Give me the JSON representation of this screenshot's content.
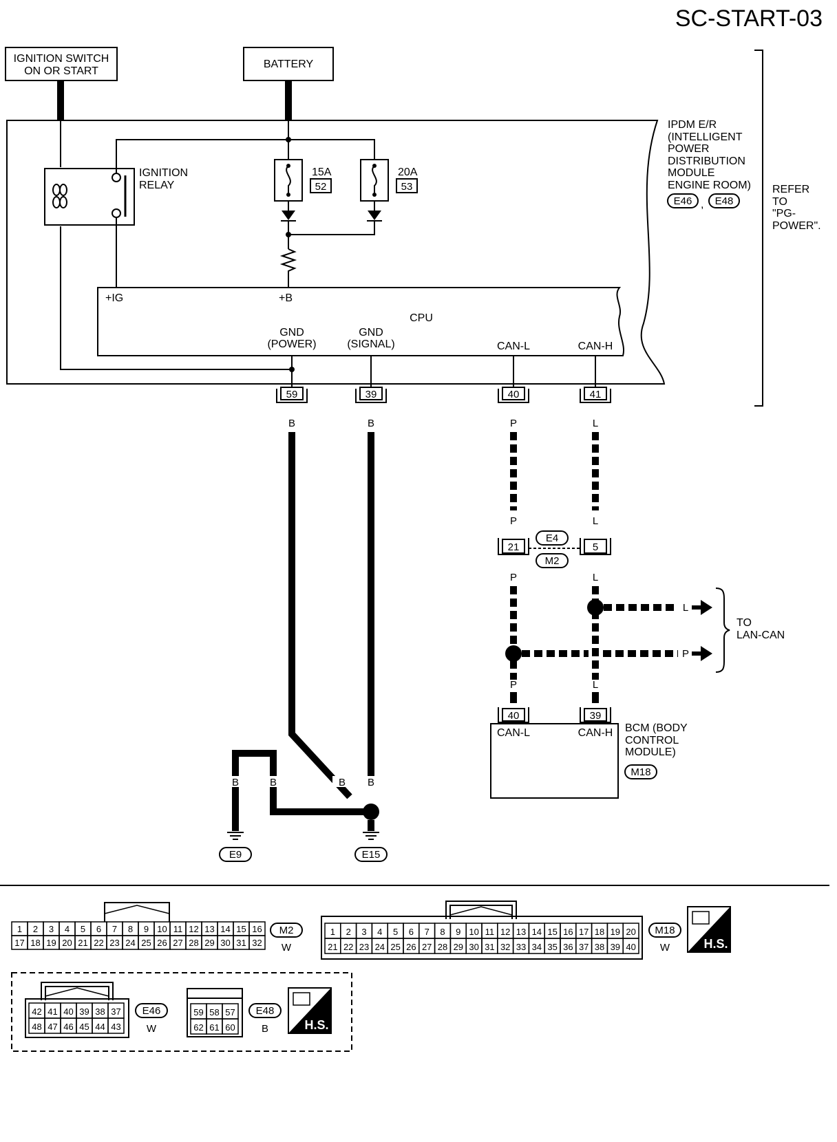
{
  "page_id": "SC-START-03",
  "sources": {
    "ignition_switch": [
      "IGNITION SWITCH",
      "ON OR START"
    ],
    "battery": "BATTERY"
  },
  "ipdm": {
    "label": [
      "IPDM E/R",
      "(INTELLIGENT",
      "POWER",
      "DISTRIBUTION",
      "MODULE",
      "ENGINE ROOM)"
    ],
    "connectors": [
      "E46",
      "E48"
    ],
    "separator": ",",
    "refer": [
      "REFER",
      "TO",
      "\"PG-",
      "POWER\"."
    ],
    "relay": [
      "IGNITION",
      "RELAY"
    ],
    "fuse1_amp": "15A",
    "fuse1_no": "52",
    "fuse2_amp": "20A",
    "fuse2_no": "53",
    "cpu": {
      "label": "CPU",
      "plus_ig": "+IG",
      "plus_b": "+B",
      "gnd_power": [
        "GND",
        "(POWER)"
      ],
      "gnd_signal": [
        "GND",
        "(SIGNAL)"
      ],
      "can_l": "CAN-L",
      "can_h": "CAN-H"
    }
  },
  "terminals": {
    "gnd_power": "59",
    "gnd_signal": "39",
    "can_l": "40",
    "can_h": "41"
  },
  "wires": {
    "b": "B",
    "p": "P",
    "l": "L"
  },
  "joint": {
    "left_pin": "21",
    "right_pin": "5",
    "conn_top": "E4",
    "conn_bottom": "M2"
  },
  "lan_can": [
    "TO",
    "LAN-CAN"
  ],
  "bcm": {
    "label": [
      "BCM (BODY",
      "CONTROL",
      "MODULE)"
    ],
    "connector": "M18",
    "pin_can_l": "40",
    "pin_can_h": "39",
    "can_l": "CAN-L",
    "can_h": "CAN-H"
  },
  "grounds": [
    "E9",
    "E15"
  ],
  "connector_views": {
    "m2": {
      "name": "M2",
      "color": "W",
      "top": [
        "1",
        "2",
        "3",
        "4",
        "5",
        "6",
        "7",
        "8",
        "9",
        "10",
        "11",
        "12",
        "13",
        "14",
        "15",
        "16"
      ],
      "bottom": [
        "17",
        "18",
        "19",
        "20",
        "21",
        "22",
        "23",
        "24",
        "25",
        "26",
        "27",
        "28",
        "29",
        "30",
        "31",
        "32"
      ]
    },
    "m18": {
      "name": "M18",
      "color": "W",
      "top": [
        "1",
        "2",
        "3",
        "4",
        "5",
        "6",
        "7",
        "8",
        "9",
        "10",
        "11",
        "12",
        "13",
        "14",
        "15",
        "16",
        "17",
        "18",
        "19",
        "20"
      ],
      "bottom": [
        "21",
        "22",
        "23",
        "24",
        "25",
        "26",
        "27",
        "28",
        "29",
        "30",
        "31",
        "32",
        "33",
        "34",
        "35",
        "36",
        "37",
        "38",
        "39",
        "40"
      ]
    },
    "e46": {
      "name": "E46",
      "color": "W",
      "top": [
        "42",
        "41",
        "40",
        "39",
        "38",
        "37"
      ],
      "bottom": [
        "48",
        "47",
        "46",
        "45",
        "44",
        "43"
      ]
    },
    "e48": {
      "name": "E48",
      "color": "B",
      "top": [
        "59",
        "58",
        "57"
      ],
      "bottom": [
        "62",
        "61",
        "60"
      ]
    },
    "hs_label": "H.S."
  }
}
